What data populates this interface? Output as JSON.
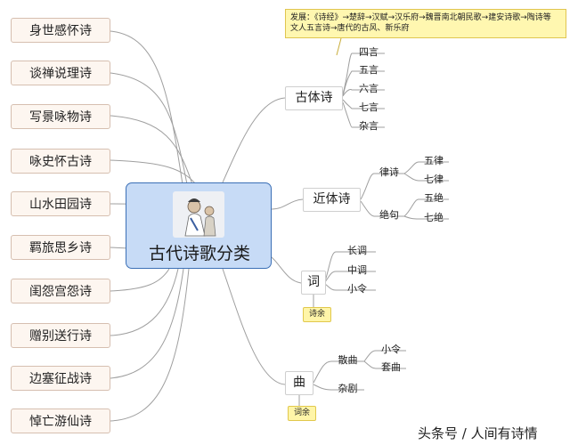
{
  "central": {
    "title": "古代诗歌分类",
    "portrait_icon": "poet-portrait-icon"
  },
  "left_topics": [
    "身世感怀诗",
    "谈禅说理诗",
    "写景咏物诗",
    "咏史怀古诗",
    "山水田园诗",
    "羁旅思乡诗",
    "闺怨宫怨诗",
    "赠别送行诗",
    "边塞征战诗",
    "悼亡游仙诗"
  ],
  "note": {
    "line1": "发展：《诗经》→楚辞→汉赋→汉乐府→魏晋南北朝民歌→建安诗歌→陶诗等",
    "line2": "文人五言诗→唐代的古风、新乐府"
  },
  "gutishi": {
    "label": "古体诗",
    "items": [
      "四言",
      "五言",
      "六言",
      "七言",
      "杂言"
    ]
  },
  "jintishi": {
    "label": "近体诗",
    "lvshi": "律诗",
    "lv_items": [
      "五律",
      "七律"
    ],
    "jueju": "绝句",
    "jue_items": [
      "五绝",
      "七绝"
    ]
  },
  "ci": {
    "label": "词",
    "items": [
      "长调",
      "中调",
      "小令"
    ],
    "tag": "诗余"
  },
  "qu": {
    "label": "曲",
    "sanqu": "散曲",
    "sanqu_items": [
      "小令",
      "套曲"
    ],
    "zaju": "杂剧",
    "tag": "词余"
  },
  "watermark": "头条号 / 人间有诗情",
  "colors": {
    "central_fill": "#c7dbf6",
    "central_border": "#3b6fb6",
    "left_fill": "#fdf6f0",
    "note_fill": "#fff7b0",
    "line": "#9a9a9a"
  }
}
